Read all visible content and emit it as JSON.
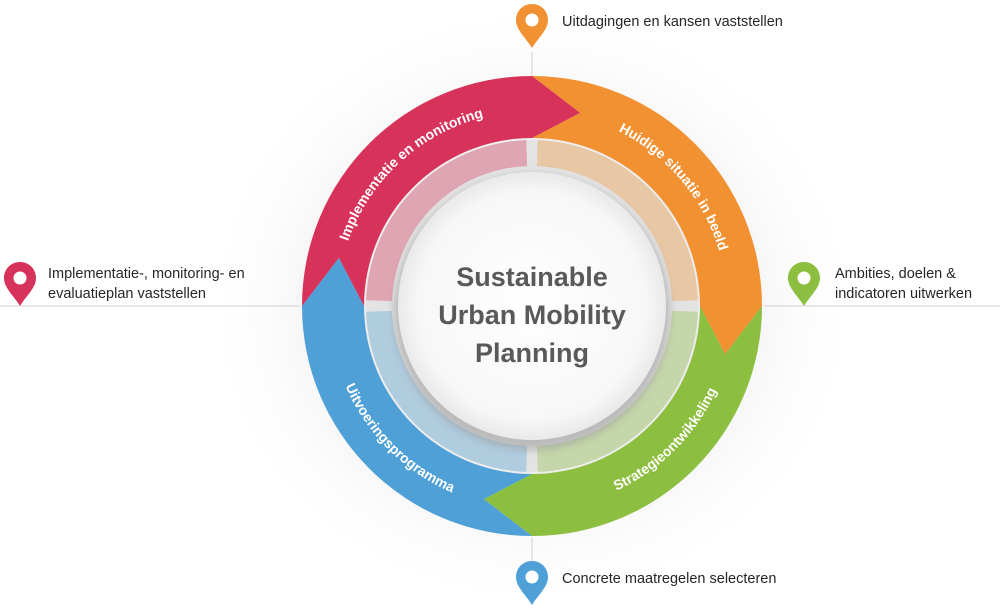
{
  "center": {
    "line1": "Sustainable",
    "line2": "Urban Mobility",
    "line3": "Planning"
  },
  "segments": [
    {
      "label": "Huidige situatie in beeld",
      "color": "#F29131"
    },
    {
      "label": "Strategieontwikkeling",
      "color": "#8CBE3F"
    },
    {
      "label": "Uitvoeringsprogramma",
      "color": "#4FA0D7"
    },
    {
      "label": "Implementatie en monitoring",
      "color": "#D6325A"
    }
  ],
  "milestones": {
    "top": {
      "text": "Uitdagingen en kansen vaststellen",
      "color": "#F29131"
    },
    "right": {
      "line1": "Ambities, doelen &",
      "line2": "indicatoren uitwerken",
      "color": "#8CBE3F"
    },
    "bottom": {
      "text": "Concrete maatregelen selecteren",
      "color": "#4FA0D7"
    },
    "left": {
      "line1": "Implementatie-, monitoring- en",
      "line2": "evaluatieplan vaststellen",
      "color": "#D6325A"
    }
  }
}
